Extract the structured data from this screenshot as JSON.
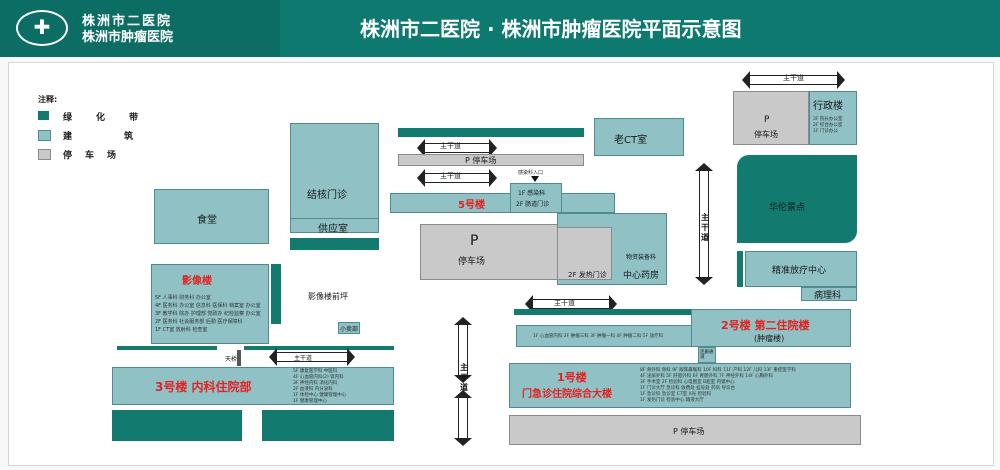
{
  "header": {
    "logo_icon": "hospital-cross-icon",
    "hospital_name_1": "株洲市二医院",
    "hospital_name_2": "株洲市肿瘤医院",
    "title": "株洲市二医院 · 株洲市肿瘤医院平面示意图"
  },
  "legend": {
    "title": "注释:",
    "items": [
      {
        "label": "绿化带",
        "color": "#137a6f"
      },
      {
        "label": "建筑",
        "color": "#8fc1c5"
      },
      {
        "label": "停车场",
        "color": "#c9c9c9"
      }
    ]
  },
  "roads": {
    "main_road": "主干道",
    "main_road_vertical": "主干道"
  },
  "buildings": {
    "tb_clinic": "结核门诊",
    "supply_room": "供应室",
    "canteen": "食堂",
    "imaging": "影像楼",
    "imaging_details": [
      "5F 人事科  财务科  办公室",
      "4F 医务科  办公室  信息科  医保科  档案室  办公室",
      "3F 教学科  院办 护理部  党政办  纪检监察  办公室",
      "2F 医务科  社会服务部  后勤  医疗保障科",
      "1F CT室  放射科  检查室"
    ],
    "imaging_plaza": "影像楼前坪",
    "kiosk": "小卖部",
    "bridge": "天桥",
    "building_3": "3号楼 内科住院部",
    "building_3_details": [
      "5F 康复医学科  中医科",
      "4F 心血管内科(2)  肾内科",
      "3F 神经内科  消化内科",
      "2F 血液科  内分泌科",
      "1F 体检中心  健康管理中心",
      "1F 健康管理中心"
    ],
    "old_ct": "老CT室",
    "parking_top": "P 停车场",
    "infection_entrance": "感染科入口",
    "building_5": "5号楼",
    "building_5_f1": "1F 感染科",
    "building_5_f2": "2F 肠道门诊",
    "parking_center_p": "P",
    "parking_center": "停车场",
    "supplies": "物资装备科",
    "fever_clinic": "2F 发热门诊",
    "pharmacy": "中心药房",
    "building_2": "2号楼  第二住院楼",
    "building_2_sub": "(肿瘤楼)",
    "building_2_details": "1F 心血管内科  2F 肿瘤三科  3F 肿瘤一科  4F 肿瘤二科  5F 放疗科",
    "corridor": "连廊通道",
    "building_1": "1号楼",
    "building_1_name": "门急诊住院综合大楼",
    "building_1_details": [
      "8F 骨外科 骨科  9F 眼耳鼻喉科  10F 妇科  11F 产科  12F 儿科  13F 重症医学科",
      "4F 泌尿外科  5F 肝胆外科  6F 胃肠外科  7F 神经外科  14F 心胸外科",
      "3F 手术室  2F 检验科  心电图室  B超室  内镜中心",
      "1F 门诊大厅  急诊科  收费处  挂号处  药房  导诊台",
      "1F 急诊科  急诊室  CT室  X光  检验科",
      "1F 发热门诊  检验中心  输液大厅"
    ],
    "parking_bottom": "P 停车场",
    "parking_admin_p": "P",
    "parking_admin": "停车场",
    "admin": "行政楼",
    "admin_details": [
      "3F 院长办公室",
      "2F 综合办公室",
      "1F 门诊办公"
    ],
    "huarun": "华伦景点",
    "radiotherapy": "精准放疗中心",
    "pathology": "病理科"
  }
}
